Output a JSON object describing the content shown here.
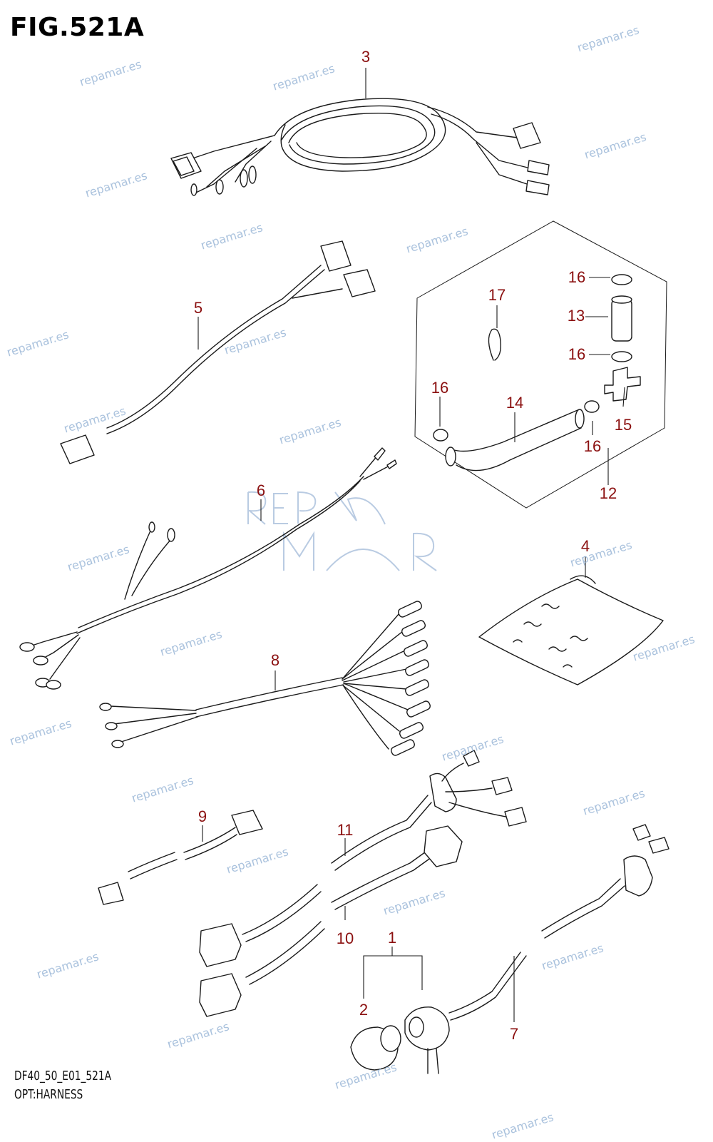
{
  "figure": {
    "title": "FIG.521A",
    "code": "DF40_50_E01_521A",
    "name": "OPT:HARNESS"
  },
  "watermark": {
    "text": "repamar.es",
    "color": "#9cb8d8"
  },
  "callout_color": "#8b1010",
  "callouts": {
    "c1": "1",
    "c2": "2",
    "c3": "3",
    "c4": "4",
    "c5": "5",
    "c6": "6",
    "c7": "7",
    "c8": "8",
    "c9": "9",
    "c10": "10",
    "c11": "11",
    "c12": "12",
    "c13": "13",
    "c14": "14",
    "c15": "15",
    "c16a": "16",
    "c16b": "16",
    "c16c": "16",
    "c16d": "16",
    "c17": "17"
  }
}
